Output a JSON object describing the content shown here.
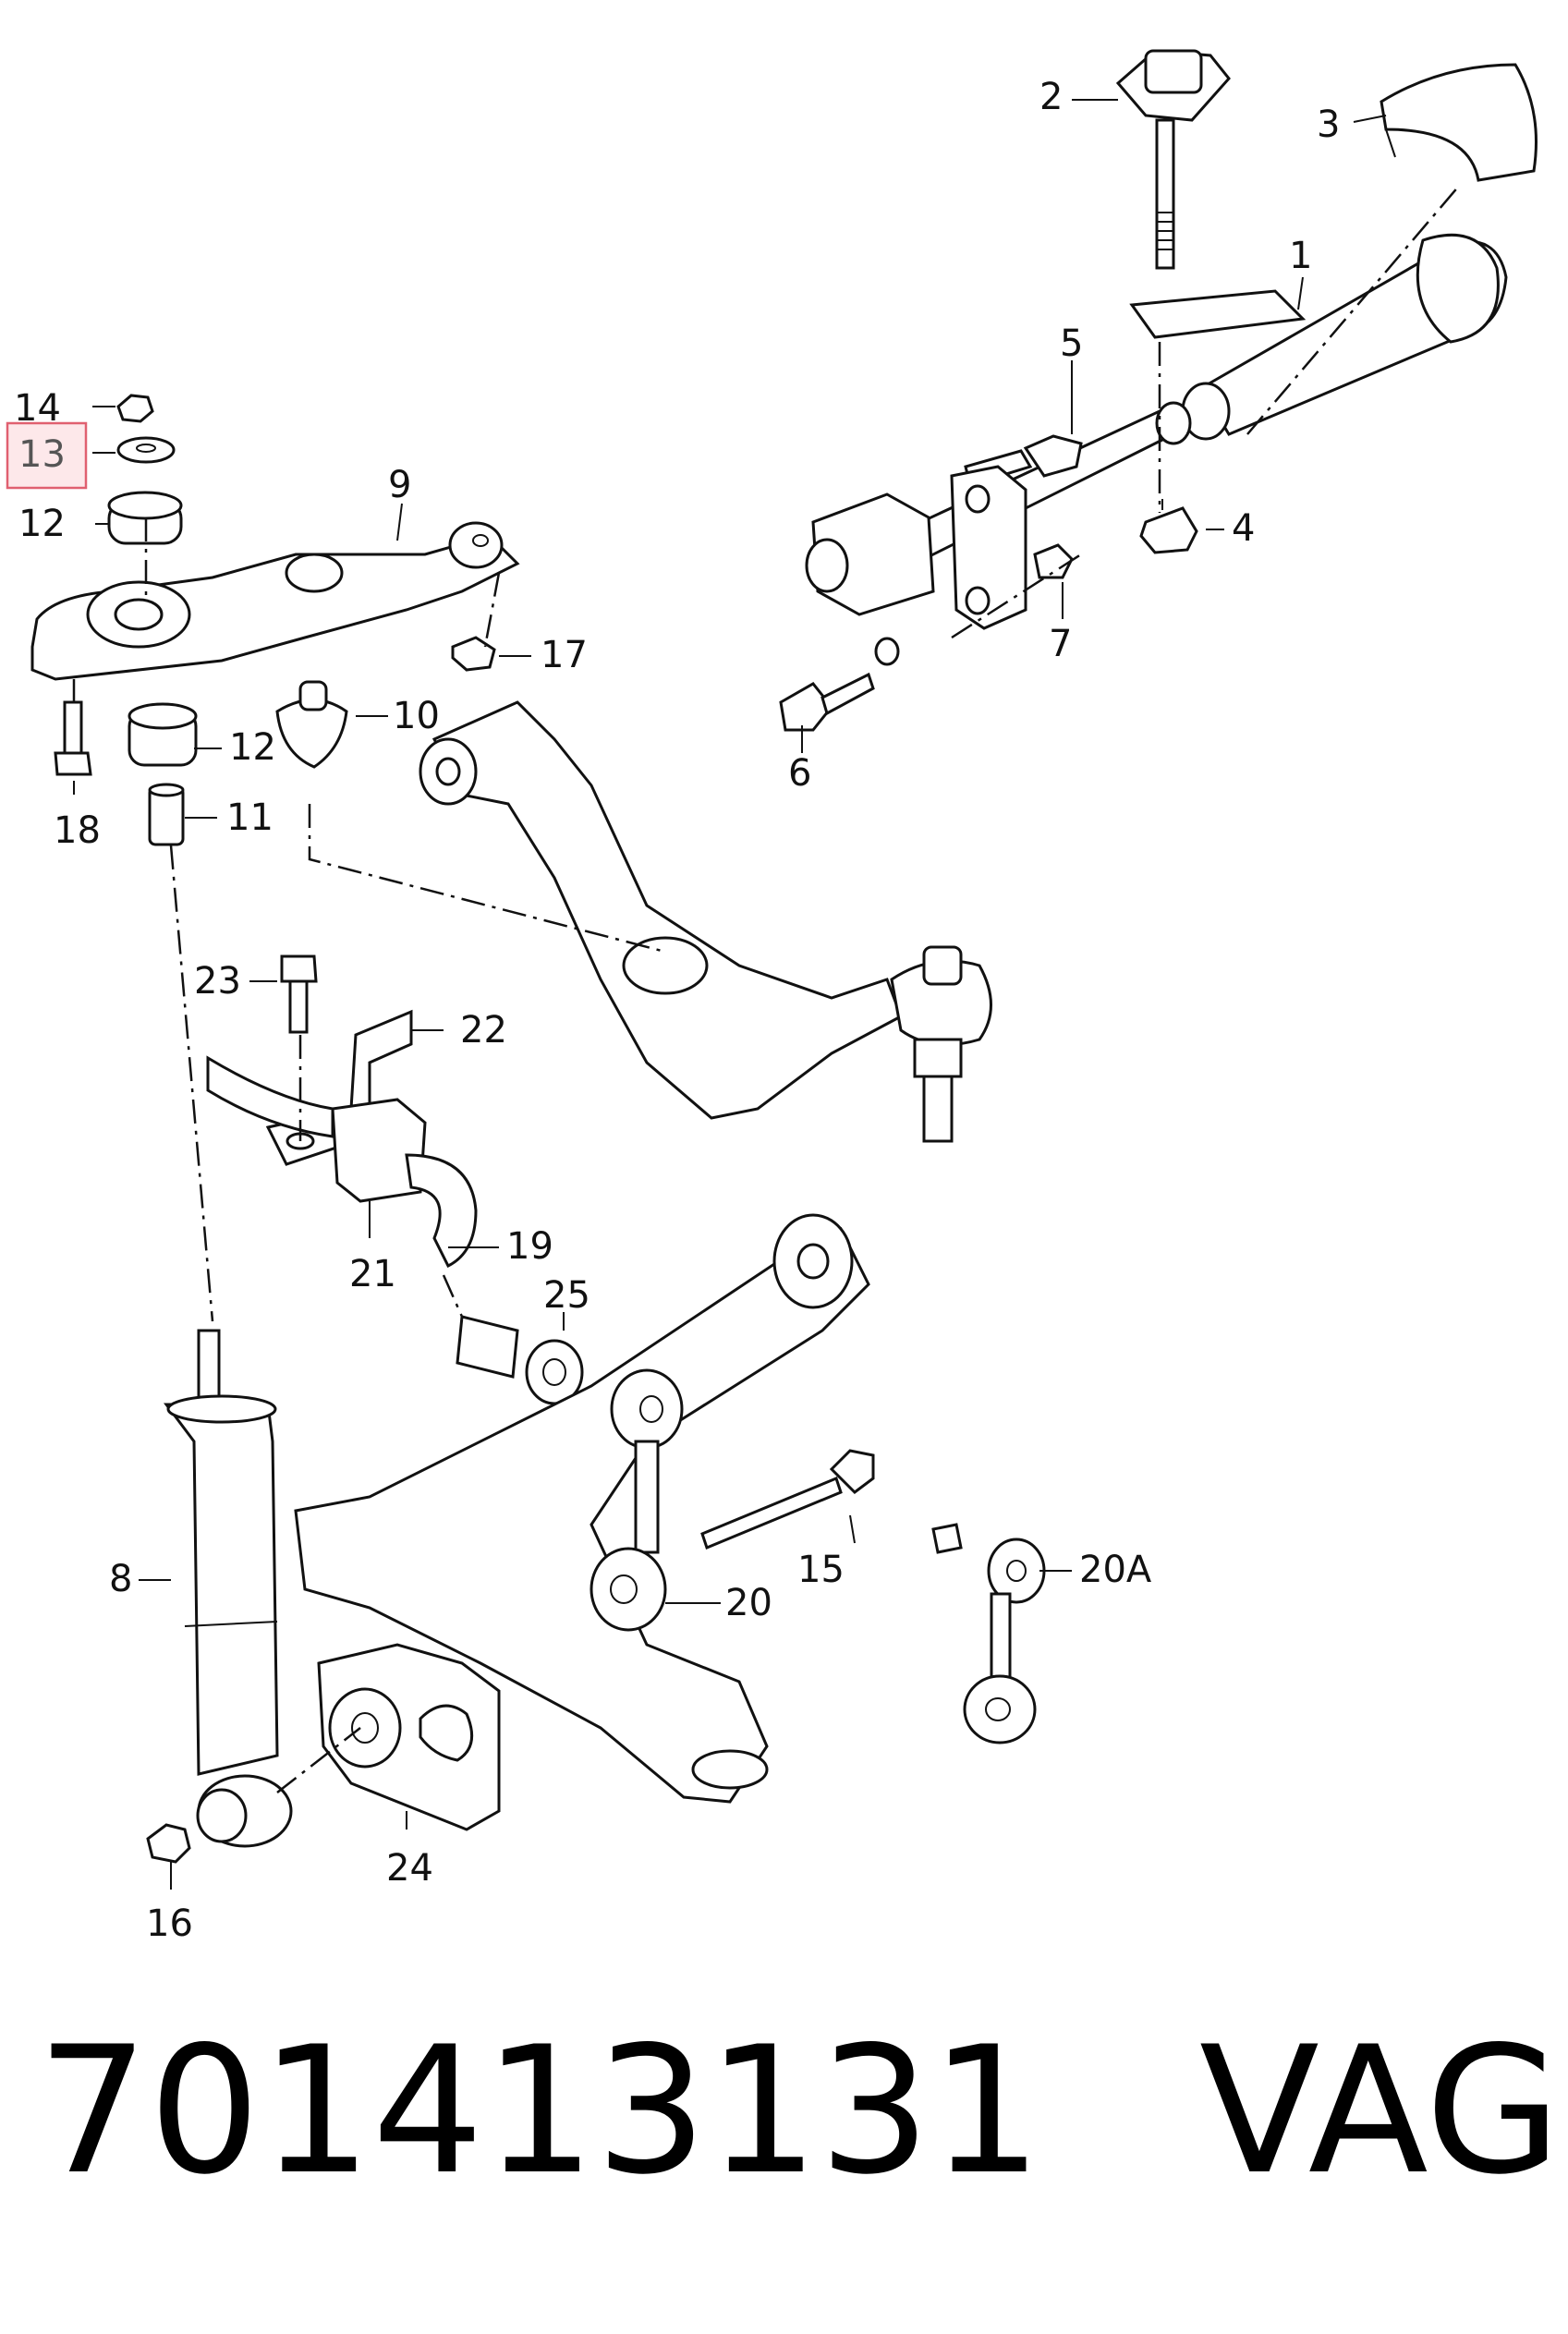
{
  "callouts": {
    "p1": "1",
    "p2": "2",
    "p3": "3",
    "p4": "4",
    "p5": "5",
    "p6": "6",
    "p7": "7",
    "p8": "8",
    "p9": "9",
    "p10": "10",
    "p11": "11",
    "p12a": "12",
    "p12b": "12",
    "p13": "13",
    "p14": "14",
    "p15": "15",
    "p16": "16",
    "p17": "17",
    "p18": "18",
    "p19": "19",
    "p20": "20",
    "p20a": "20A",
    "p21": "21",
    "p22": "22",
    "p23": "23",
    "p24": "24",
    "p25": "25"
  },
  "highlighted_callout": "13",
  "colors": {
    "highlight_fill": "#fde8ea",
    "highlight_stroke": "#e06070",
    "ink": "#111111"
  },
  "footer": {
    "part_number": "701413131",
    "brand": "VAG"
  }
}
